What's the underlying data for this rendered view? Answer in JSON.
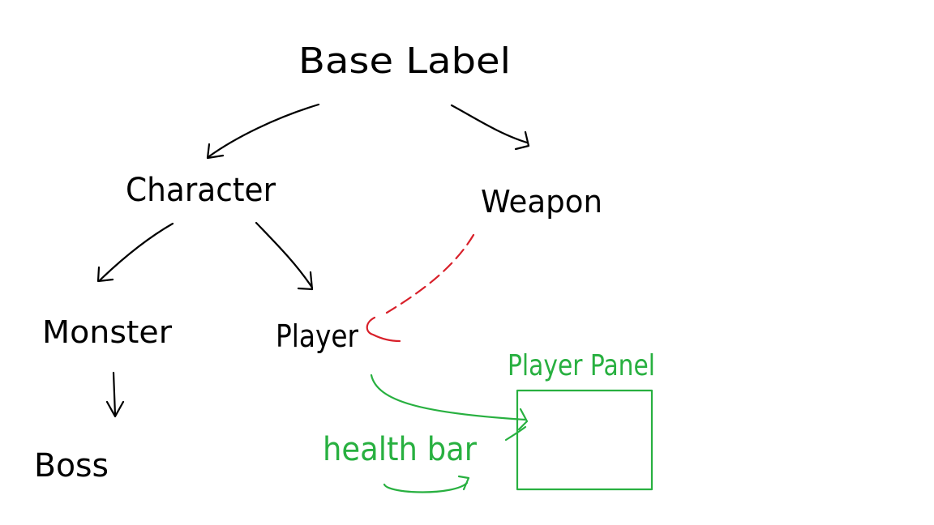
{
  "nodes": {
    "base_label": "Base Label",
    "character": "Character",
    "weapon": "Weapon",
    "monster": "Monster",
    "player": "Player",
    "boss": "Boss",
    "player_panel": "Player Panel",
    "health_bar": "health bar"
  },
  "colors": {
    "ink": "#000000",
    "association": "#d8202a",
    "ui": "#28b040"
  }
}
